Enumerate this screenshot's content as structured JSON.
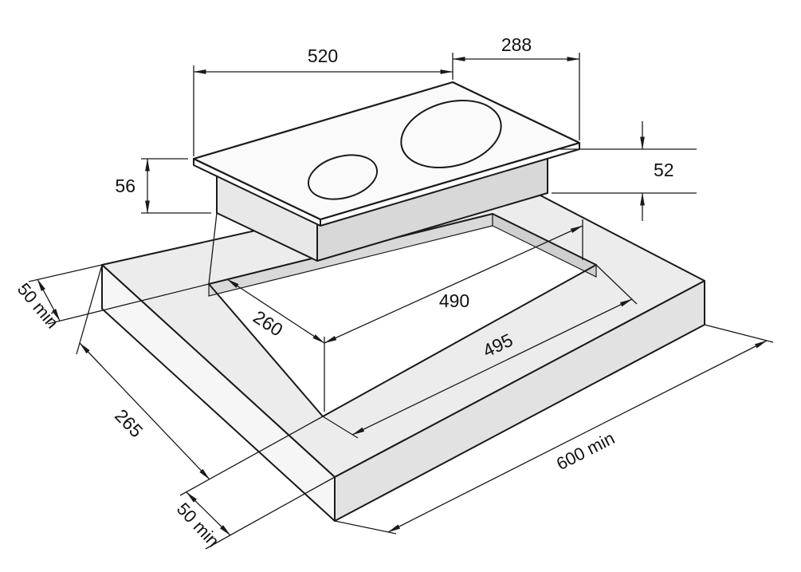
{
  "diagram": {
    "dims": {
      "cooktop_width": "520",
      "cooktop_depth": "288",
      "cooktop_height": "56",
      "body_height": "52",
      "cutout_width": "490",
      "cutout_depth": "260",
      "cutout_front_width": "495",
      "worktop_left_depth": "265",
      "side_clearance": "50 min",
      "front_clearance": "50 min",
      "worktop_min_width": "600 min"
    },
    "colors": {
      "line": "#1a1a1a",
      "worktop_fill": "#ececec",
      "glass_fill": "#fafafa",
      "background": "#ffffff"
    }
  }
}
